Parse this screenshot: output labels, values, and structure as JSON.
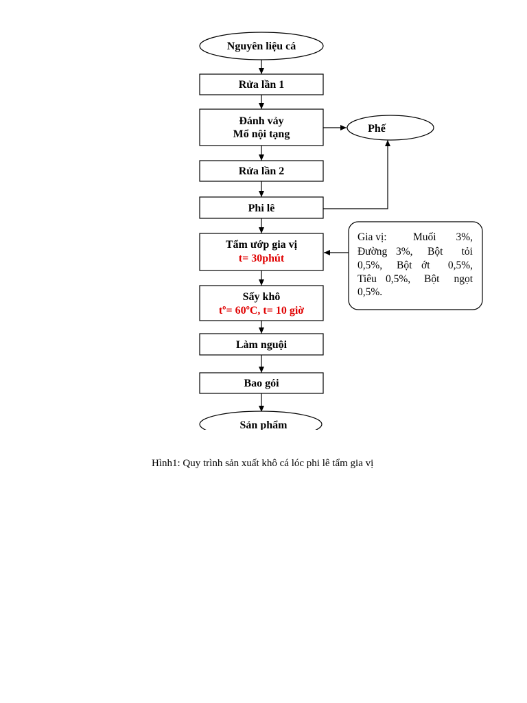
{
  "nodes": {
    "start": "Nguyên liệu cá",
    "wash1": "Rửa lần 1",
    "scale_line1": "Đánh vảy",
    "scale_line2": "Mổ nội tạng",
    "waste": "Phế",
    "wash2": "Rửa lần 2",
    "fillet": "Phi lê",
    "marinate_line1": "Tẩm ướp gia vị",
    "marinate_line2": "t= 30phút",
    "dry_line1": "Sấy khô",
    "dry_line2": "tº= 60ºC, t= 10 giờ",
    "cool": "Làm nguội",
    "pack": "Bao gói",
    "end": "Sản phẩm"
  },
  "spice_note": {
    "line1_left": "Gia vị:",
    "line1_mid": "Muối",
    "line1_right": "3%,",
    "line2_left": "Đường",
    "line2_mid": "3%,",
    "line2_mid2": "Bột",
    "line2_right": "tỏi",
    "line3_left": "0,5%,",
    "line3_mid": "Bột",
    "line3_mid2": "ớt",
    "line3_right": "0,5%,",
    "line4_left": "Tiêu",
    "line4_mid": "0,5%,",
    "line4_mid2": "Bột",
    "line4_right": "ngọt",
    "line5": "0,5%."
  },
  "caption": "Hình1: Quy trình sản xuất khô cá lóc phi lê tẩm gia vị"
}
